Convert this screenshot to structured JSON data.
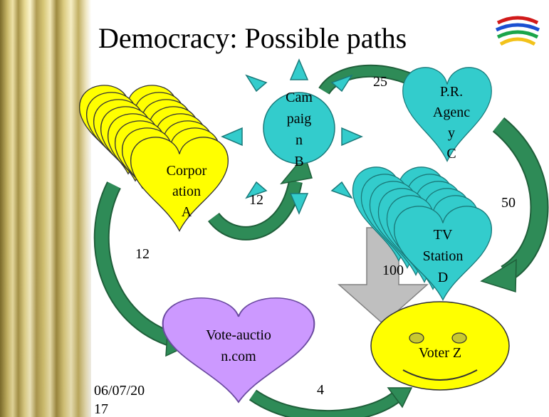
{
  "title": "Democracy: Possible paths",
  "nodes": {
    "corporation": {
      "lines": [
        "Corpor",
        "ation",
        "A"
      ]
    },
    "campaign": {
      "lines": [
        "Cam",
        "paig",
        "n",
        "B"
      ]
    },
    "pr_agency": {
      "lines": [
        "P.R.",
        "Agenc",
        "y",
        "C"
      ]
    },
    "tv_station": {
      "lines": [
        "TV",
        "Station",
        "D"
      ]
    },
    "vote_auction": {
      "lines": [
        "Vote-auctio",
        "n.com"
      ]
    },
    "voter": {
      "label": "Voter Z"
    }
  },
  "edge_labels": {
    "a_to_b": "12",
    "b_to_c": "25",
    "c_to_d": "50",
    "a_to_auction": "12",
    "d_to_voter": "100",
    "auction_to_voter": "4"
  },
  "date": [
    "06/07/20",
    "17"
  ],
  "colors": {
    "yellow": "#ffff00",
    "teal": "#33cccc",
    "purple": "#cc99ff",
    "arrow_green": "#2e8b57",
    "grey_arrow": "#bfbfbf"
  }
}
